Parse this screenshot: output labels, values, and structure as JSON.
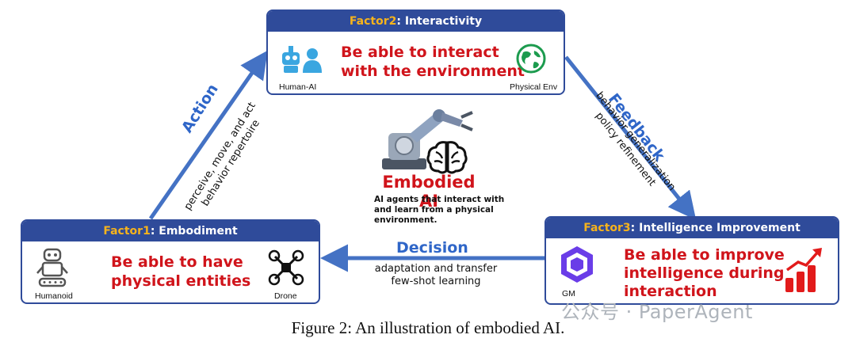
{
  "factor2": {
    "key": "Factor2",
    "title": ": Interactivity",
    "text_line1": "Be able to interact",
    "text_line2": "with the environment",
    "left_caption": "Human-AI",
    "right_caption": "Physical Env"
  },
  "factor1": {
    "key": "Factor1",
    "title": ": Embodiment",
    "text_line1": "Be able to have",
    "text_line2": "physical entities",
    "left_caption": "Humanoid",
    "right_caption": "Drone"
  },
  "factor3": {
    "key": "Factor3",
    "title": ": Intelligence Improvement",
    "text_line1": "Be able to improve",
    "text_line2": "intelligence during",
    "text_line3": "interaction",
    "left_caption": "GM"
  },
  "center": {
    "title": "Embodied AI",
    "desc": "AI agents that interact with and learn from a physical environment."
  },
  "action": {
    "label": "Action",
    "line1": "perceive, move, and act",
    "line2": "behavior repertoire"
  },
  "feedback": {
    "label": "Feedback",
    "line1": "behavior generalization",
    "line2": "policy refinement"
  },
  "decision": {
    "label": "Decision",
    "line1": "adaptation and transfer",
    "line2": "few-shot learning"
  },
  "caption": "Figure 2: An illustration of embodied AI.",
  "watermark": "公众号 · PaperAgent",
  "colors": {
    "header": "#2f4b9a",
    "factor_key": "#f6b31c",
    "red": "#d0141b",
    "arrow": "#4472c4",
    "blue_label": "#2f66c8"
  },
  "icons": [
    "human-ai-icon",
    "globe-icon",
    "humanoid-robot-icon",
    "drone-icon",
    "gm-cube-icon",
    "growth-chart-icon",
    "robot-arm-icon",
    "brain-icon"
  ]
}
